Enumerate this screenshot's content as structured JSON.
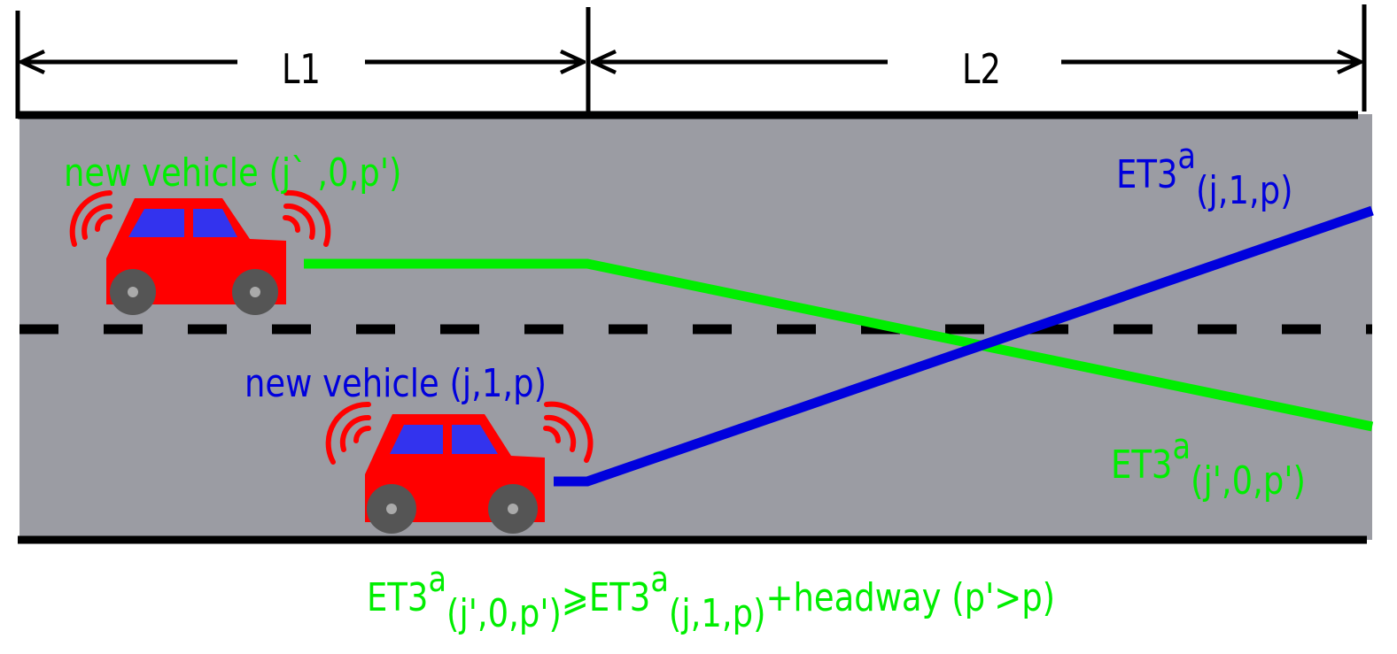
{
  "segments": {
    "l1_label": "L1",
    "l2_label": "L2"
  },
  "upper_vehicle": {
    "label": "new vehicle (j` ,0,p')",
    "trajectory_base": "ET3",
    "trajectory_sup": "a",
    "trajectory_sub": "(j',0,p')"
  },
  "lower_vehicle": {
    "label": "new vehicle  (j,1,p)",
    "trajectory_base": "ET3",
    "trajectory_sup": "a",
    "trajectory_sub": "(j,1,p)"
  },
  "condition": {
    "term1_base": "ET3",
    "term1_sup": "a",
    "term1_sub": "(j',0,p')",
    "relation": "⩾",
    "term2_base": "ET3",
    "term2_sup": "a",
    "term2_sub": "(j,1,p)",
    "tail": "+headway (p'>p)"
  },
  "colors": {
    "road": "#9b9ca3",
    "green": "#00ee00",
    "blue": "#0000dd",
    "car_body": "#ff0000",
    "car_window": "#3333ee",
    "tire": "#555555",
    "hub": "#aaaaaa",
    "line": "#000000"
  }
}
